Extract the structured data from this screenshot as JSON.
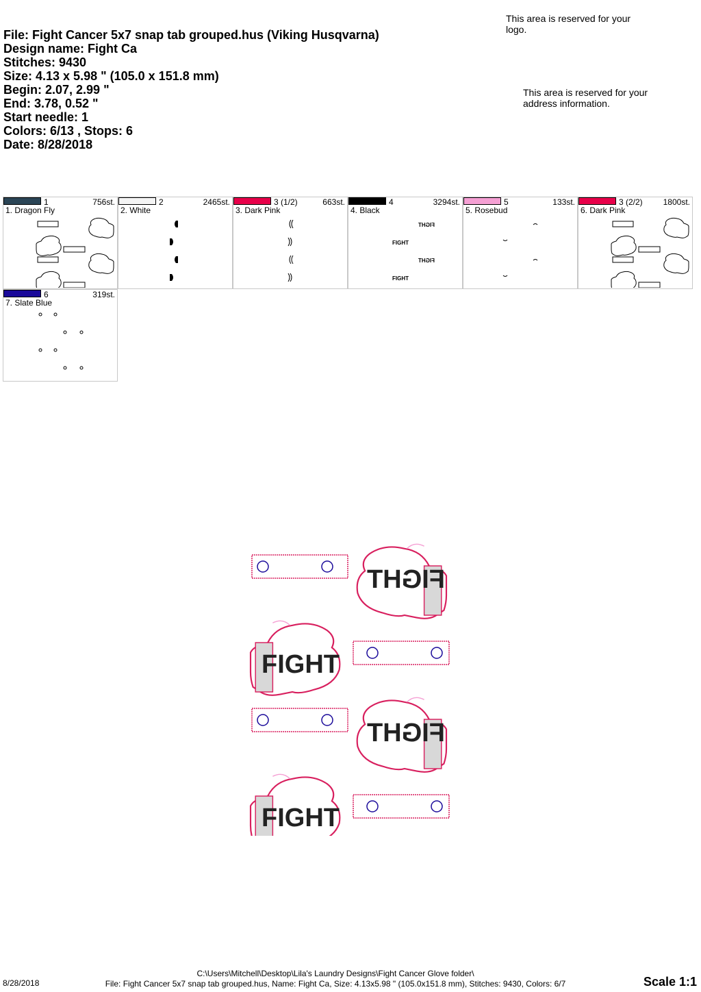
{
  "info": [
    "File: Fight Cancer 5x7 snap tab grouped.hus  (Viking Husqvarna)",
    "Design name: Fight Ca",
    "Stitches: 9430",
    "Size: 4.13 x 5.98 \" (105.0 x 151.8 mm)",
    "Begin: 2.07, 2.99 \"",
    "End: 3.78, 0.52 \"",
    "Start needle: 1",
    "Colors: 6/13 , Stops: 6",
    "Date: 8/28/2018"
  ],
  "logo_area": "This area is reserved for your logo.",
  "address_area": "This area is reserved for your address information.",
  "colors": [
    {
      "num": "1",
      "stitches": "756st.",
      "name": "1. Dragon Fly",
      "color": "#2b4556",
      "preview": "outline"
    },
    {
      "num": "2",
      "stitches": "2465st.",
      "name": "2. White",
      "color": "#f4f4f4",
      "preview": "white"
    },
    {
      "num": "3 (1/2)",
      "stitches": "663st.",
      "name": "3. Dark Pink",
      "color": "#e8004a",
      "preview": "pinkmarks"
    },
    {
      "num": "4",
      "stitches": "3294st.",
      "name": "4. Black",
      "color": "#000000",
      "preview": "text"
    },
    {
      "num": "5",
      "stitches": "133st.",
      "name": "5. Rosebud",
      "color": "#f5a0d4",
      "preview": "rosebud"
    },
    {
      "num": "3 (2/2)",
      "stitches": "1800st.",
      "name": "6. Dark Pink",
      "color": "#e8004a",
      "preview": "outline"
    },
    {
      "num": "6",
      "stitches": "319st.",
      "name": "7. Slate Blue",
      "color": "#1a0a9a",
      "preview": "dots"
    }
  ],
  "design_word": "FIGHT",
  "footer": {
    "date": "8/28/2018",
    "line1": "C:\\Users\\Mitchell\\Desktop\\Lila's Laundry Designs\\Fight Cancer Glove folder\\",
    "line2": "File: Fight Cancer 5x7 snap tab grouped.hus, Name: Fight Ca, Size: 4.13x5.98 \" (105.0x151.8 mm), Stitches: 9430, Colors: 6/7",
    "scale": "Scale 1:1"
  }
}
